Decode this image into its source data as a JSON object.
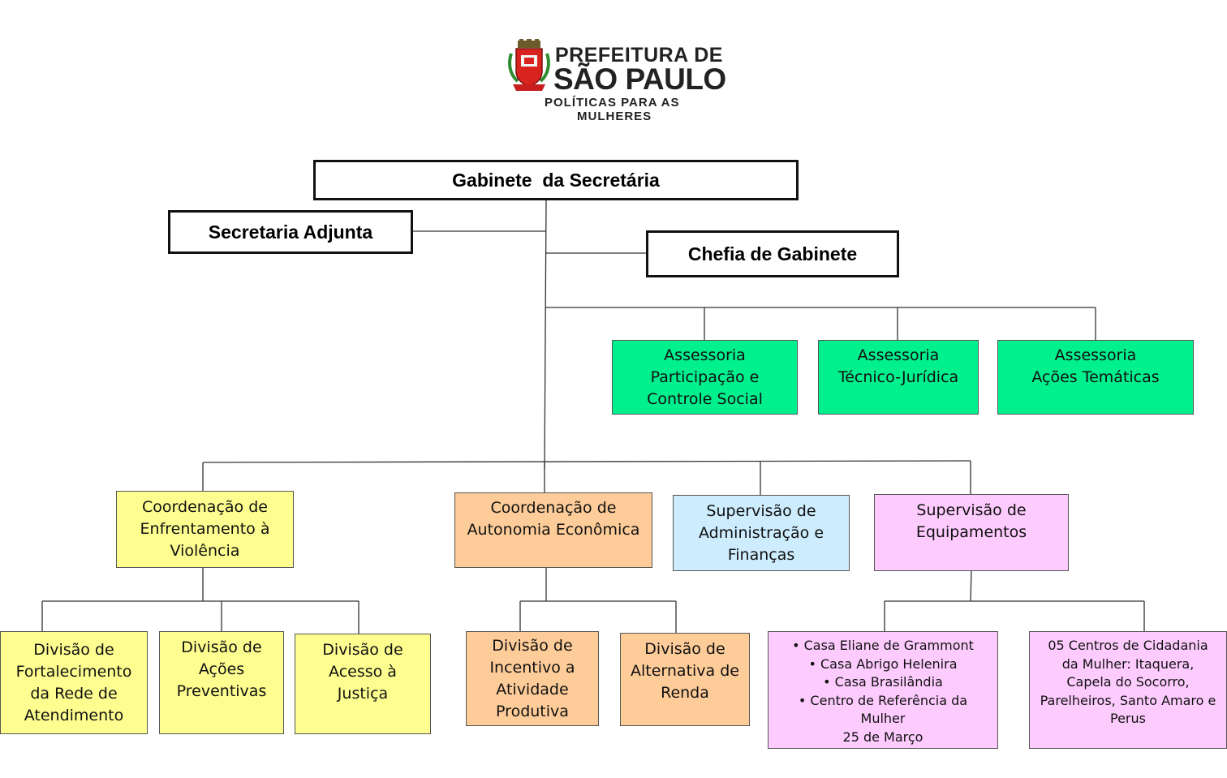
{
  "logo": {
    "line1": "PREFEITURA DE",
    "line2": "SÃO PAULO",
    "line3": "POLÍTICAS PARA AS",
    "line4": "MULHERES"
  },
  "gabinete": "Gabinete  da Secretária",
  "secretaria_adjunta": "Secretaria Adjunta",
  "chefia": "Chefia de Gabinete",
  "assessorias": [
    "Assessoria\nParticipação e\nControle Social",
    "Assessoria\nTécnico-Jurídica",
    "Assessoria\nAções Temáticas"
  ],
  "coordenacoes": [
    "Coordenação de\nEnfrentamento à\nViolência",
    "Coordenação de\nAutonomia Econômica",
    "Supervisão de\nAdministração e\nFinanças",
    "Supervisão de\nEquipamentos"
  ],
  "divisoes_violencia": [
    "Divisão de\nFortalecimento\nda Rede de\nAtendimento",
    "Divisão de\nAções\nPreventivas",
    "Divisão de\nAcesso à\nJustiça"
  ],
  "divisoes_autonomia": [
    "Divisão de\nIncentivo a\nAtividade\nProdutiva",
    "Divisão de\nAlternativa de\nRenda"
  ],
  "equipamentos": {
    "casas": [
      "• Casa Eliane de Grammont",
      "• Casa  Abrigo Helenira",
      "• Casa Brasilândia",
      "• Centro de Referência da Mulher",
      "25 de Março"
    ],
    "centros": "05 Centros de Cidadania da Mulher: Itaquera, Capela do Socorro, Parelheiros, Santo Amaro e  Perus"
  }
}
